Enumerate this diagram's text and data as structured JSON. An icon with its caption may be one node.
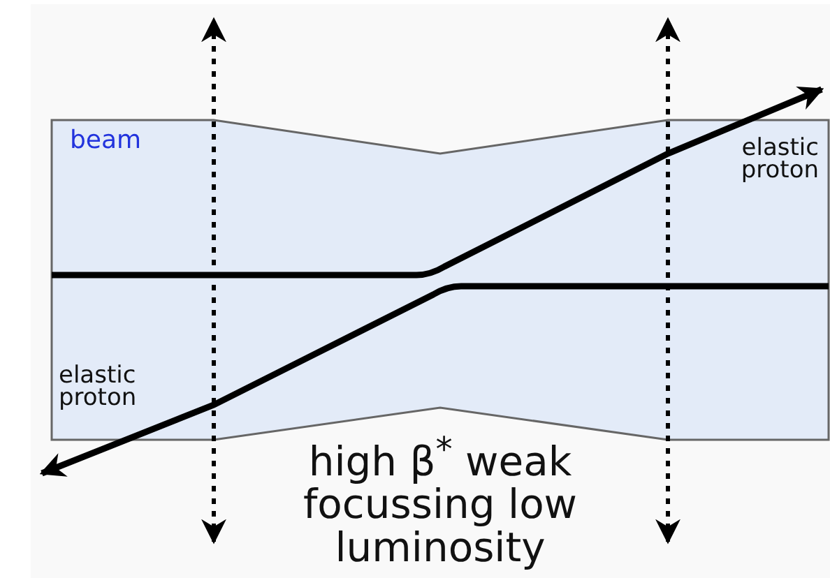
{
  "diagram": {
    "nodes": [
      {
        "text": [
          "beam"
        ]
      }
    ],
    "labels": [
      "elastic proton",
      "elastic proton",
      "high β$^{*}$ weak focussing low luminosity"
    ]
  }
}
